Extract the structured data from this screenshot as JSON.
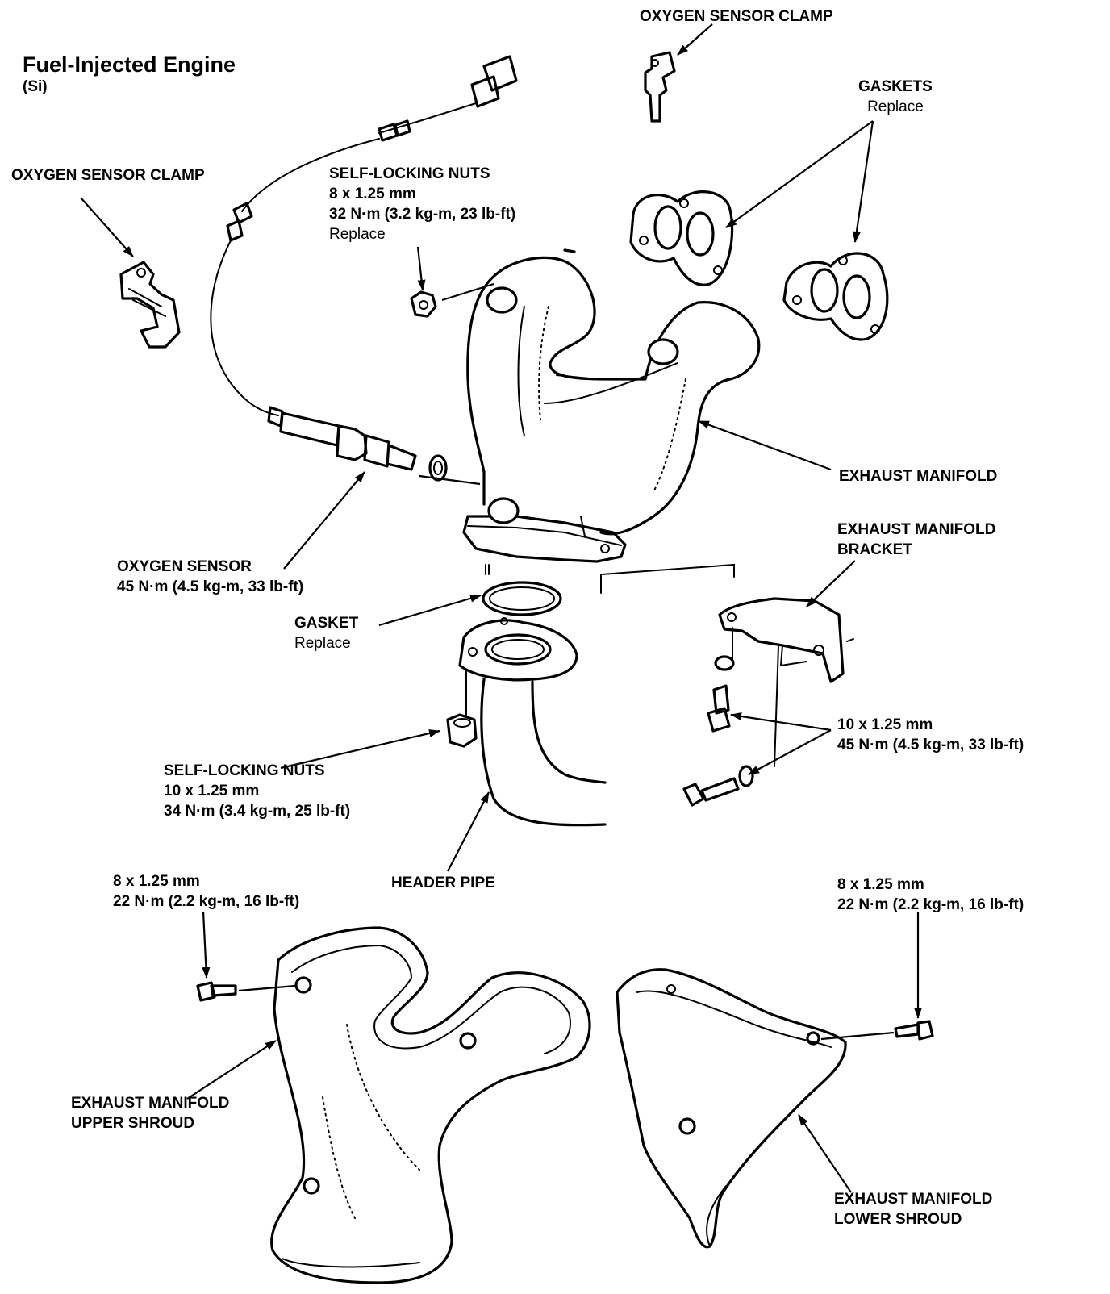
{
  "header": {
    "title": "Fuel-Injected Engine",
    "subtitle": "(Si)"
  },
  "labels": {
    "o2_clamp_top": {
      "line1": "OXYGEN SENSOR CLAMP"
    },
    "o2_clamp_left": {
      "line1": "OXYGEN SENSOR CLAMP"
    },
    "gaskets": {
      "line1": "GASKETS",
      "line2": "Replace"
    },
    "nuts_upper": {
      "line1": "SELF-LOCKING NUTS",
      "line2": "8 x 1.25 mm",
      "line3": "32 N·m (3.2 kg-m, 23 lb-ft)",
      "line4": "Replace"
    },
    "exhaust_manifold": {
      "line1": "EXHAUST MANIFOLD"
    },
    "bracket": {
      "line1": "EXHAUST MANIFOLD",
      "line2": "BRACKET"
    },
    "oxygen_sensor": {
      "line1": "OXYGEN SENSOR",
      "line2": "45 N·m (4.5 kg-m, 33 lb-ft)"
    },
    "gasket": {
      "line1": "GASKET",
      "line2": "Replace"
    },
    "bolts_bracket": {
      "line1": "10 x 1.25 mm",
      "line2": "45 N·m (4.5 kg-m, 33 lb-ft)"
    },
    "nuts_lower": {
      "line1": "SELF-LOCKING NUTS",
      "line2": "10 x 1.25 mm",
      "line3": "34 N·m (3.4 kg-m, 25 lb-ft)"
    },
    "header_pipe": {
      "line1": "HEADER PIPE"
    },
    "bolt_upper_shroud": {
      "line1": "8 x 1.25 mm",
      "line2": "22 N·m (2.2 kg-m, 16 lb-ft)"
    },
    "bolt_lower_shroud": {
      "line1": "8 x 1.25 mm",
      "line2": "22 N·m (2.2 kg-m, 16 lb-ft)"
    },
    "upper_shroud": {
      "line1": "EXHAUST MANIFOLD",
      "line2": "UPPER SHROUD"
    },
    "lower_shroud": {
      "line1": "EXHAUST MANIFOLD",
      "line2": "LOWER SHROUD"
    }
  }
}
